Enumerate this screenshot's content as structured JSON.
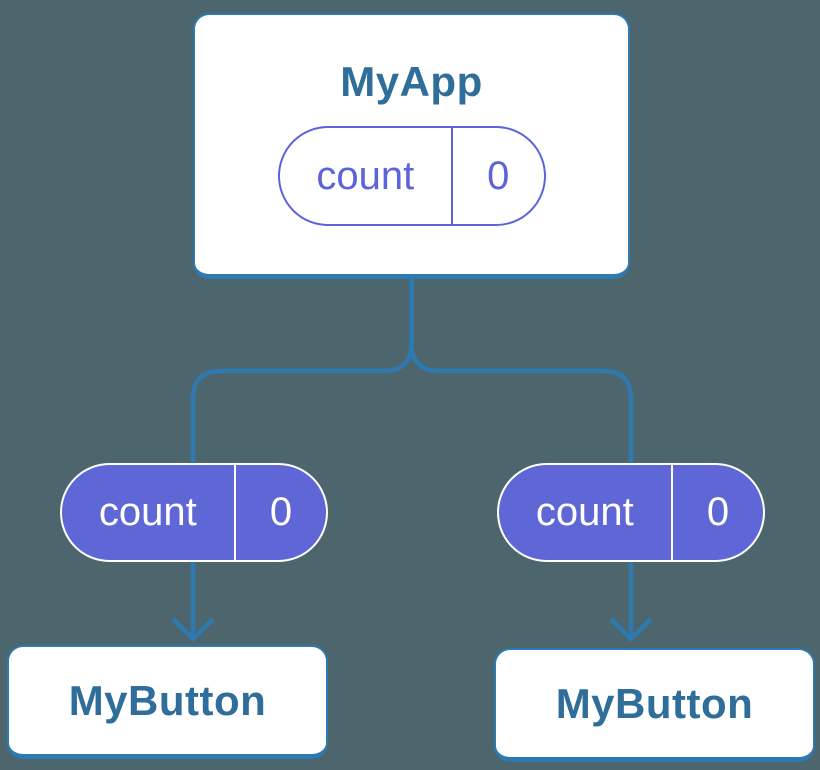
{
  "colors": {
    "background": "#4d666e",
    "line": "#2e79af",
    "card_border": "#2e79af",
    "card_fill": "#ffffff",
    "card_text": "#2f6d9a",
    "pill_outline": "#5d63da",
    "pill_outline_text": "#5d63da",
    "pill_fill": "#5f66d5",
    "pill_fill_border": "#ffffff",
    "pill_fill_text": "#ffffff"
  },
  "tree": {
    "root": {
      "title": "MyApp",
      "state": {
        "name": "count",
        "value": "0"
      }
    },
    "children": [
      {
        "title": "MyButton",
        "prop": {
          "name": "count",
          "value": "0"
        }
      },
      {
        "title": "MyButton",
        "prop": {
          "name": "count",
          "value": "0"
        }
      }
    ]
  }
}
